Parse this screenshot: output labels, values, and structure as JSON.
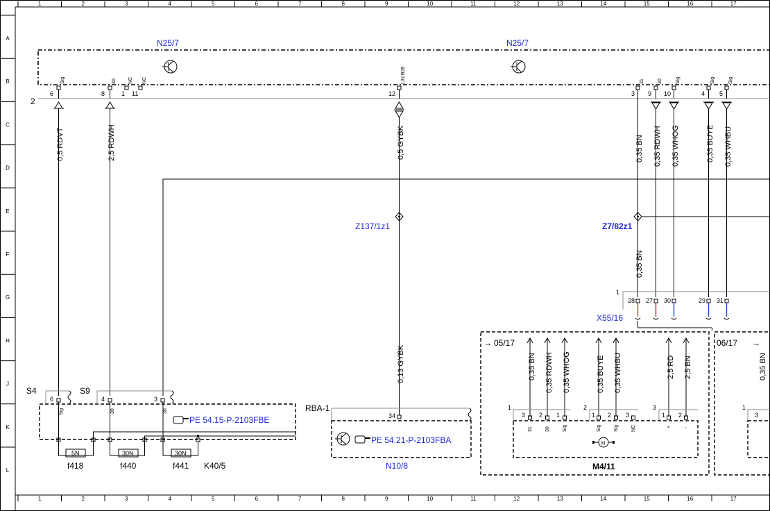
{
  "grid": {
    "columns": [
      "1",
      "2",
      "3",
      "4",
      "5",
      "6",
      "7",
      "8",
      "9",
      "10",
      "11",
      "12",
      "13",
      "14",
      "15",
      "16",
      "17"
    ],
    "rows": [
      "A",
      "B",
      "C",
      "D",
      "E",
      "F",
      "G",
      "H",
      "J",
      "K",
      "L"
    ]
  },
  "components": {
    "n25_7_left": "N25/7",
    "n25_7_right": "N25/7",
    "z137": "Z137/1z1",
    "z7": "Z7/82z1",
    "x55": "X55/16",
    "rba": "RBA-1",
    "n10": "N10/8",
    "m4": "M4/11",
    "k40": "K40/5",
    "s4": "S4",
    "s9": "S9",
    "f418": "f418",
    "f440": "f440",
    "f441": "f441"
  },
  "references": {
    "pe_54_15": "PE 54.15-P-2103FBE",
    "pe_54_21": "PE 54.21-P-2103FBA",
    "ref_05_17": "05/17",
    "ref_06_17": "06/17"
  },
  "header_pins": {
    "p6": "6",
    "p8": "8",
    "p1": "1",
    "p11": "11",
    "p12": "12",
    "p3": "3",
    "p9": "9",
    "p10": "10",
    "p4": "4",
    "p5": "5",
    "l_sig_a": "Sig",
    "l_30_a": "30",
    "l_nc_a": "NC",
    "l_nc_b": "NC",
    "l_lin": "LIN B28",
    "l_31": "31",
    "l_30_b": "30",
    "l_sig_b": "Sig",
    "l_sig_c": "Sig",
    "l_sig_d": "Sig",
    "group": "2"
  },
  "wires": {
    "w1": "0,5 RDVT",
    "w2": "2,5 RDWH",
    "w3": "0,5 GYBK",
    "w4": "0,35 BN",
    "w5": "0,35 RDWH",
    "w6": "0,35 WHOG",
    "w7": "0,35 BUYE",
    "w8": "0,35 WHBU",
    "w9": "0,35 BN",
    "w10": "0,13 GYBK",
    "m1": "0,35 BN",
    "m2": "0,35 RDWH",
    "m3": "0,35 WHOG",
    "m4": "0,35 BUYE",
    "m5": "0,35 WHBU",
    "m6": "2,5 RD",
    "m7": "2,5 BN",
    "m8": "0,35 BN"
  },
  "x55_pins": {
    "g": "1",
    "p28": "28",
    "p27": "27",
    "p30": "30",
    "p29": "29",
    "p31": "31"
  },
  "switch_pins": {
    "s4p": "6",
    "s9p": "4",
    "s3p": "3",
    "sig": "Sig",
    "l30a": "30",
    "l30b": "30",
    "f418v": "5N",
    "f440v": "30N",
    "f441v": "30N"
  },
  "n10_pins": {
    "p34": "34"
  },
  "m4_pins": {
    "g1": "1",
    "g2": "2",
    "g3": "3",
    "g4": "1",
    "a3": "3",
    "a2": "2",
    "a1": "1",
    "la3": "31",
    "la2": "30",
    "la1": "Sig",
    "b1": "1",
    "b2": "2",
    "b3": "3",
    "lb1": "Sig",
    "lb2": "Sig",
    "lb3": "NC",
    "c1": "1",
    "c2": "2",
    "lc1": "+",
    "lc2": "-",
    "r3": "3",
    "motor": "M"
  },
  "colors": {
    "label_blue": "#1f2ad6",
    "wire_brown": "#8b5a2b",
    "wire_red": "#d21e1e",
    "wire_blue": "#1e46d2"
  }
}
